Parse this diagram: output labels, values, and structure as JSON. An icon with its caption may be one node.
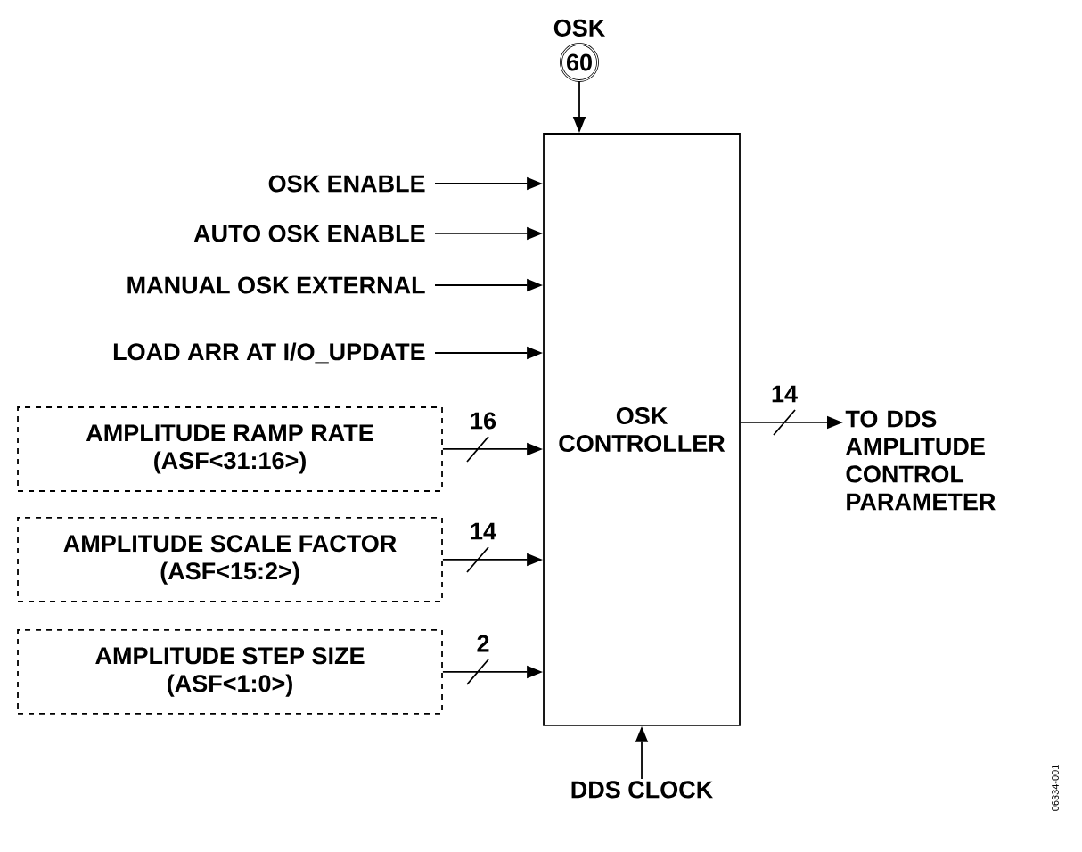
{
  "diagram": {
    "nodes": [
      {
        "text": [
          "OSK",
          "60"
        ]
      },
      {
        "text": [
          "OSK ENABLE"
        ]
      },
      {
        "text": [
          "AUTO OSK ENABLE"
        ]
      },
      {
        "text": [
          "MANUAL OSK EXTERNAL"
        ]
      },
      {
        "text": [
          "LOAD ARR AT I/O_UPDATE"
        ]
      },
      {
        "text": [
          "AMPLITUDE RAMP RATE",
          "(ASF<31:16>)"
        ]
      },
      {
        "text": [
          "AMPLITUDE SCALE FACTOR",
          "(ASF<15:2>)"
        ]
      },
      {
        "text": [
          "AMPLITUDE STEP SIZE",
          "(ASF<1:0>)"
        ]
      },
      {
        "text": [
          "OSK CONTROLLER"
        ]
      },
      {
        "text": [
          "TO DDS AMPLITUDE CONTROL PARAMETER"
        ]
      },
      {
        "text": [
          "DDS CLOCK"
        ]
      }
    ],
    "edges": [
      {
        "from": 0,
        "to": 8,
        "arrow": "to"
      },
      {
        "from": 1,
        "to": 8,
        "arrow": "to"
      },
      {
        "from": 2,
        "to": 8,
        "arrow": "to"
      },
      {
        "from": 3,
        "to": 8,
        "arrow": "to"
      },
      {
        "from": 4,
        "to": 8,
        "arrow": "to"
      },
      {
        "from": 5,
        "to": 8,
        "arrow": "to",
        "label": "16"
      },
      {
        "from": 6,
        "to": 8,
        "arrow": "to",
        "label": "14"
      },
      {
        "from": 7,
        "to": 8,
        "arrow": "to",
        "label": "2"
      },
      {
        "from": 8,
        "to": 9,
        "arrow": "to",
        "label": "14"
      },
      {
        "from": 10,
        "to": 8,
        "arrow": "to"
      }
    ],
    "labels": [
      "06334-001"
    ]
  }
}
